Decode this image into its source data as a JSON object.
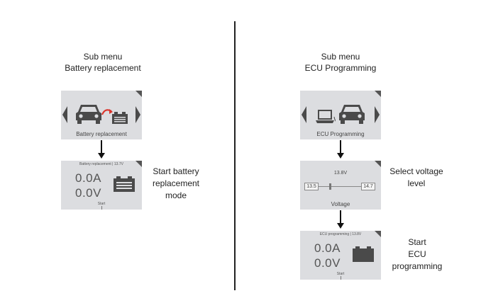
{
  "left": {
    "caption": [
      "Sub menu",
      "Battery replacement"
    ],
    "menu_screen": {
      "label": "Battery replacement"
    },
    "status_screen": {
      "header": "Battery replacement | 13.7V",
      "current": "0.0A",
      "voltage": "0.0V",
      "start_label": "Start"
    },
    "step_text": [
      "Start battery",
      "replacement",
      "mode"
    ]
  },
  "right": {
    "caption": [
      "Sub menu",
      "ECU Programming"
    ],
    "menu_screen": {
      "label": "ECU Programming"
    },
    "voltage_screen": {
      "value": "13.8V",
      "min": "13.5",
      "max": "14.7",
      "label": "Voltage"
    },
    "voltage_text": [
      "Select voltage",
      "level"
    ],
    "status_screen": {
      "header": "ECU programming | 13.8V",
      "current": "0.0A",
      "voltage": "0.0V",
      "start_label": "Start"
    },
    "step_text": [
      "Start",
      "ECU",
      "programming"
    ]
  },
  "colors": {
    "screen_bg": "#dcdde0",
    "icon": "#4a4a4a",
    "accent": "#d9342b"
  },
  "icons": [
    "car-icon",
    "battery-icon",
    "laptop-icon",
    "chevron-left-icon",
    "chevron-right-icon"
  ]
}
